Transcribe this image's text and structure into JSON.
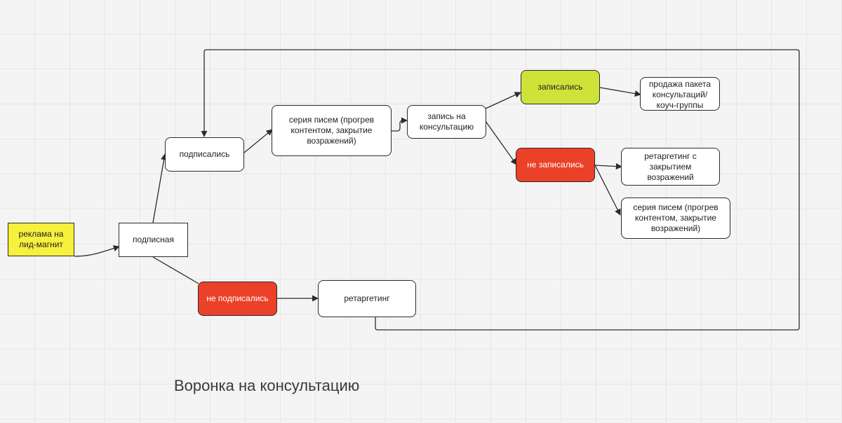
{
  "diagram": {
    "title": "Воронка на консультацию",
    "nodes": {
      "ad": "реклама на лид-магнит",
      "subscribe_page": "подписная",
      "subscribed": "подписались",
      "not_subscribed": "не подписались",
      "retargeting": "ретаргетинг",
      "email_series": "серия писем (прогрев контентом, закрытие возражений)",
      "consult_booking": "запись на консультацию",
      "booked": "записались",
      "not_booked": "не записались",
      "package_sale": "продажа пакета консультаций/ коуч-группы",
      "retargeting_objections": "ретаргетинг с закрытием возражений",
      "email_series_2": "серия писем (прогрев контентом, закрытие возражений)"
    },
    "colors": {
      "yellow": "#f7f03d",
      "green": "#cfe23a",
      "red": "#ea4128",
      "line": "#2b2b2b"
    }
  }
}
